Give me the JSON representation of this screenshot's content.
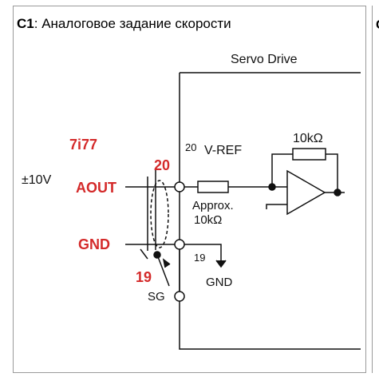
{
  "title": {
    "code": "C1",
    "separator": ":",
    "text": " Аналоговое задание скорости"
  },
  "right_panel_letter": "C",
  "diagram": {
    "servo_drive": "Servo Drive",
    "pin20_small": "20",
    "vref": "V-REF",
    "feedback_resistor": "10kΩ",
    "approx_line1": "Approx.",
    "approx_line2": "10kΩ",
    "pin19_small": "19",
    "gnd_ground": "GND",
    "sg": "SG",
    "voltage": "±10V",
    "aout": "AOUT",
    "gnd_red": "GND",
    "model_7i77": "7i77",
    "pin20_red": "20",
    "pin19_red": "19"
  },
  "colors": {
    "annotation_red": "#d42a2a",
    "line": "#111111",
    "frame": "#9a9a9a"
  }
}
